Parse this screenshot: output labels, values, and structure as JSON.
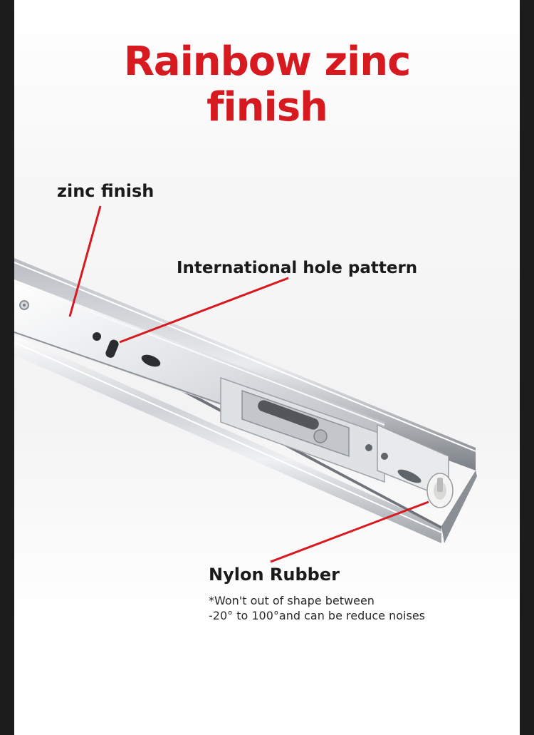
{
  "title": {
    "line1": "Rainbow zinc",
    "line2": "finish"
  },
  "callouts": {
    "zinc_finish": "zinc finish",
    "hole_pattern": "International hole pattern",
    "nylon_rubber": "Nylon Rubber",
    "nylon_note_line1": "*Won't out of shape between",
    "nylon_note_line2": "-20° to 100°and can be reduce noises"
  },
  "colors": {
    "accent": "#d71920",
    "text": "#1a1a1a",
    "frame": "#1c1c1c"
  },
  "image": {
    "subject": "ball-bearing-drawer-slide"
  }
}
